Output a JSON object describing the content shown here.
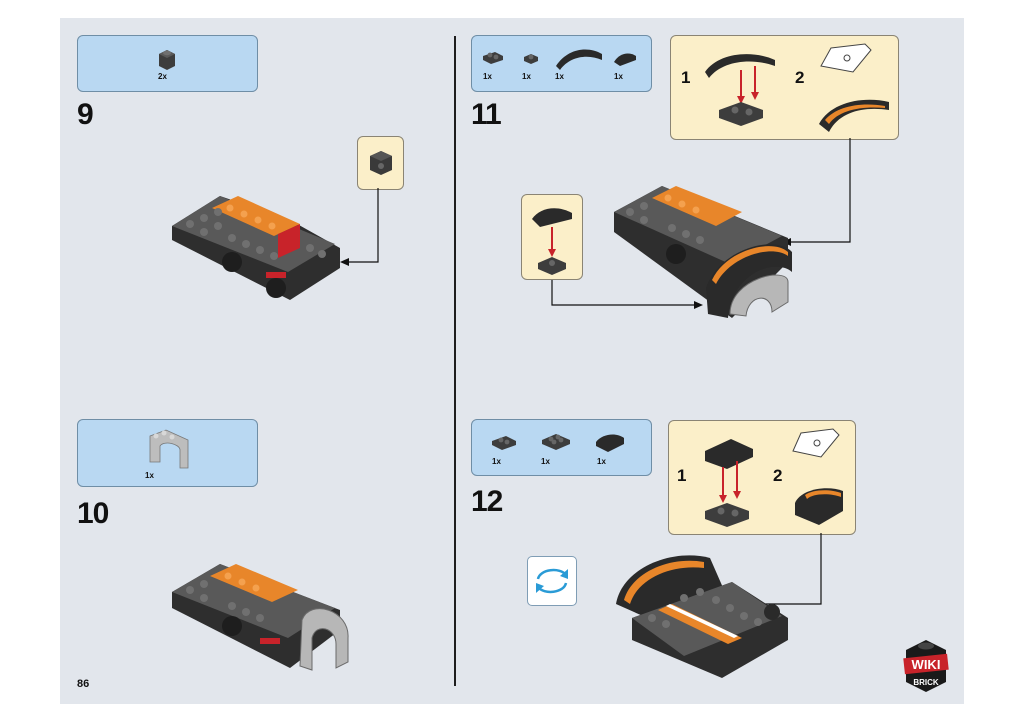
{
  "page_number": "86",
  "steps": [
    {
      "number": "9",
      "parts": [
        {
          "qty": "2x",
          "icon": "round-brick-1x1-icon"
        }
      ]
    },
    {
      "number": "10",
      "parts": [
        {
          "qty": "1x",
          "icon": "arch-icon"
        }
      ]
    },
    {
      "number": "11",
      "parts": [
        {
          "qty": "1x",
          "icon": "plate-1x2-icon"
        },
        {
          "qty": "1x",
          "icon": "tile-1x1-icon"
        },
        {
          "qty": "1x",
          "icon": "curved-slope-icon"
        },
        {
          "qty": "1x",
          "icon": "small-slope-icon"
        }
      ],
      "substeps": [
        "1",
        "2"
      ]
    },
    {
      "number": "12",
      "parts": [
        {
          "qty": "1x",
          "icon": "plate-1x2-icon"
        },
        {
          "qty": "1x",
          "icon": "plate-2x2-icon"
        },
        {
          "qty": "1x",
          "icon": "slope-2x2-icon"
        }
      ],
      "substeps": [
        "1",
        "2"
      ]
    }
  ],
  "logo": {
    "line1": "WIKI",
    "line2": "BRICK"
  },
  "colors": {
    "background": "#e2e6ec",
    "callout": "#b9d8f2",
    "subassembly": "#fbefc9",
    "dark_brick": "#3d3d3d",
    "orange": "#e8862a",
    "red": "#c8232a"
  }
}
